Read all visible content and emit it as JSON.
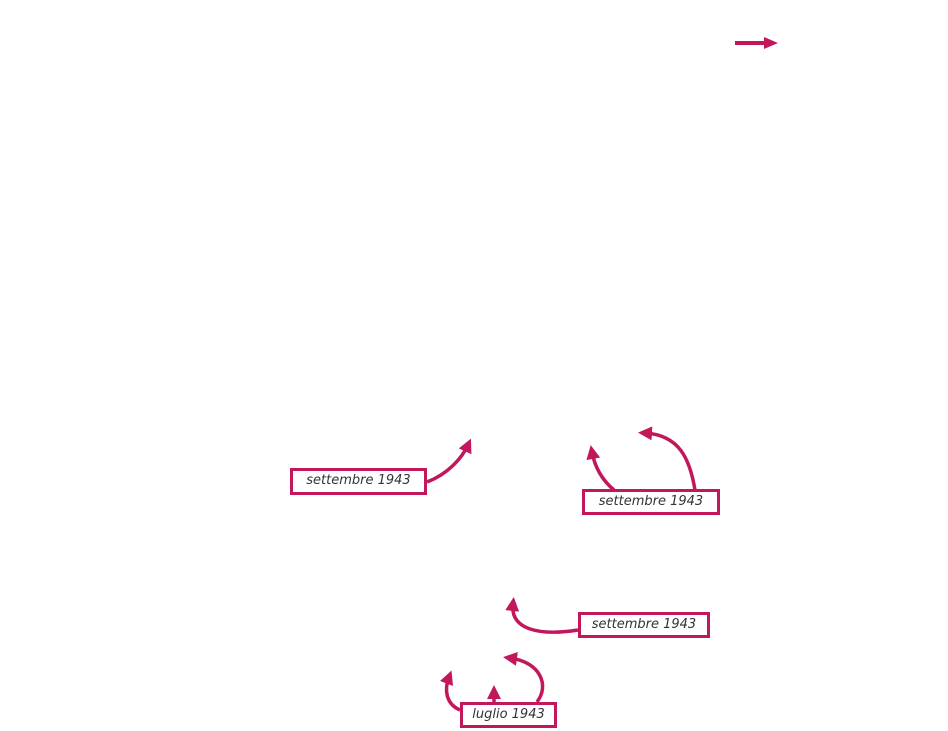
{
  "accent_color": "#c2185b",
  "legend": {
    "icon": "arrow-right-icon"
  },
  "labels": [
    {
      "text": "settembre 1943"
    },
    {
      "text": "settembre 1943"
    },
    {
      "text": "settembre 1943"
    },
    {
      "text": "luglio 1943"
    }
  ]
}
